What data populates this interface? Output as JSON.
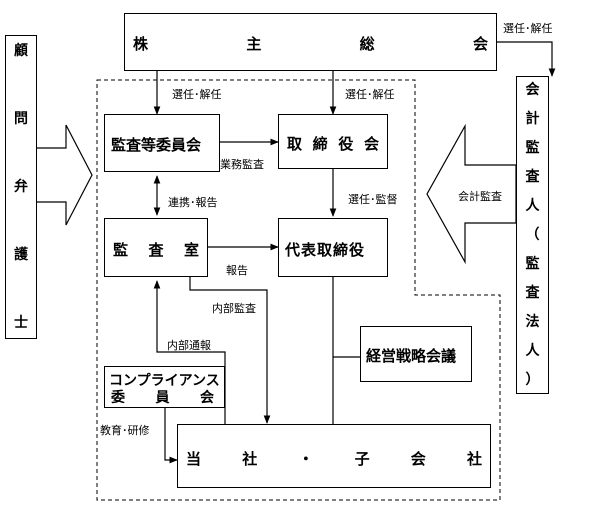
{
  "nodes": {
    "shareholders_meeting": "株主総会",
    "legal_advisor": "顧問弁護士",
    "accounting_auditor": "会計監査人（監査法人）",
    "audit_committee": "監査等委員会",
    "board": "取締役会",
    "audit_office": "監査室",
    "representative_director": "代表取締役",
    "management_strategy_meeting": "経営戦略会議",
    "compliance_committee_line1": "コンプライアンス",
    "compliance_committee_line2": "委員会",
    "group_companies": "当社・子会社"
  },
  "edges": {
    "appoint_dismiss_committee": "選任･解任",
    "appoint_dismiss_board": "選任･解任",
    "appoint_dismiss_auditor": "選任･解任",
    "business_audit": "業務監査",
    "coordination_report": "連携･報告",
    "appoint_supervise": "選任･監督",
    "accounting_audit": "会計監査",
    "report": "報告",
    "internal_audit": "内部監査",
    "internal_reporting": "内部通報",
    "education_training": "教育･研修"
  }
}
